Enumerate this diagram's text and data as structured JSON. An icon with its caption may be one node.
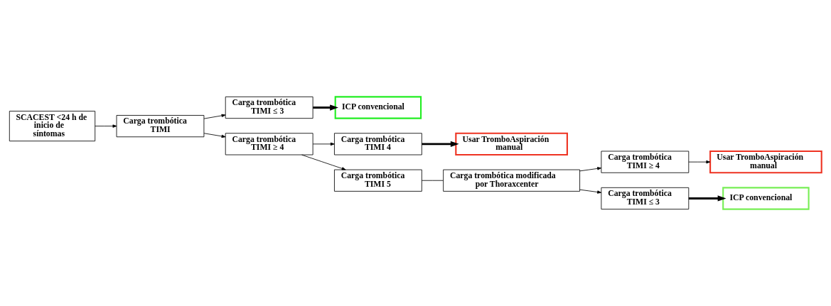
{
  "diagram": {
    "nodes": [
      {
        "text": [
          "SCACEST <24 h de inicio de síntomas"
        ]
      },
      {
        "text": [
          "Carga trombótica TIMI"
        ]
      },
      {
        "text": [
          "Carga trombótica TIMI ≤ 3"
        ]
      },
      {
        "text": [
          "ICP convencional"
        ]
      },
      {
        "text": [
          "Carga trombótica TIMI ≥ 4"
        ]
      },
      {
        "text": [
          "Carga trombótica TIMI 4"
        ]
      },
      {
        "text": [
          "Usar TromboAspiración manual"
        ]
      },
      {
        "text": [
          "Carga trombótica TIMI 5"
        ]
      },
      {
        "text": [
          "Carga trombótica modificada por Thoraxcenter"
        ]
      },
      {
        "text": [
          "Usar TromboAspiración manual"
        ]
      },
      {
        "text": [
          "Carga trombótica TIMI ≥ 4"
        ]
      },
      {
        "text": [
          "Carga trombótica TIMI ≤ 3"
        ]
      },
      {
        "text": [
          "ICP convencional"
        ]
      }
    ],
    "edges": [
      {
        "from": 0,
        "to": 1,
        "arrow": "to"
      },
      {
        "from": 1,
        "to": 2,
        "arrow": "to"
      },
      {
        "from": 1,
        "to": 4,
        "arrow": "to"
      },
      {
        "from": 2,
        "to": 3,
        "arrow": "to",
        "style": "thick"
      },
      {
        "from": 4,
        "to": 5,
        "arrow": "to"
      },
      {
        "from": 5,
        "to": 6,
        "arrow": "to",
        "style": "thick"
      },
      {
        "from": 4,
        "to": 7,
        "arrow": "to"
      },
      {
        "from": 7,
        "to": 8,
        "arrow": "none"
      },
      {
        "from": 8,
        "to": 10,
        "arrow": "to"
      },
      {
        "from": 8,
        "to": 11,
        "arrow": "to"
      },
      {
        "from": 10,
        "to": 9,
        "arrow": "to"
      },
      {
        "from": 11,
        "to": 12,
        "arrow": "to",
        "style": "thick"
      }
    ]
  }
}
